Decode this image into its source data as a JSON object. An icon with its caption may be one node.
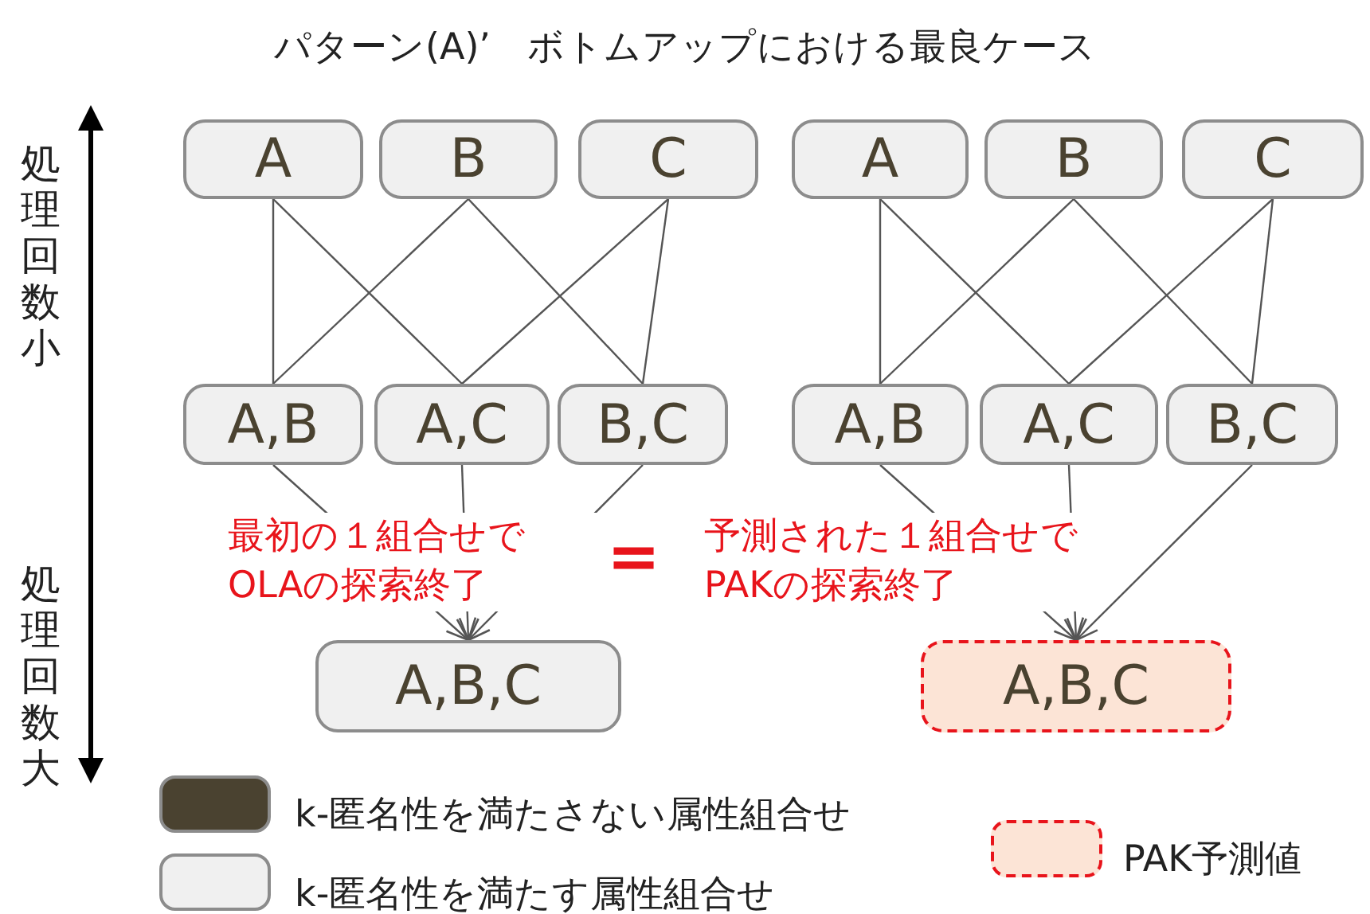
{
  "diagram": {
    "title": "パターン(A)’　ボトムアップにおける最良ケース",
    "nodes": [
      {
        "text": [
          "A"
        ]
      },
      {
        "text": [
          "B"
        ]
      },
      {
        "text": [
          "C"
        ]
      },
      {
        "text": [
          "A,B"
        ]
      },
      {
        "text": [
          "A,C"
        ]
      },
      {
        "text": [
          "B,C"
        ]
      },
      {
        "text": [
          "A,B,C"
        ]
      },
      {
        "text": [
          "A"
        ]
      },
      {
        "text": [
          "B"
        ]
      },
      {
        "text": [
          "C"
        ]
      },
      {
        "text": [
          "A,B"
        ]
      },
      {
        "text": [
          "A,C"
        ]
      },
      {
        "text": [
          "B,C"
        ]
      },
      {
        "text": [
          "A,B,C"
        ]
      }
    ],
    "edges": [
      {
        "from": 0,
        "to": 3,
        "arrow": "none"
      },
      {
        "from": 0,
        "to": 4,
        "arrow": "none"
      },
      {
        "from": 1,
        "to": 3,
        "arrow": "none"
      },
      {
        "from": 1,
        "to": 5,
        "arrow": "none"
      },
      {
        "from": 2,
        "to": 4,
        "arrow": "none"
      },
      {
        "from": 2,
        "to": 5,
        "arrow": "none"
      },
      {
        "from": 3,
        "to": 6,
        "arrow": "to"
      },
      {
        "from": 4,
        "to": 6,
        "arrow": "to"
      },
      {
        "from": 5,
        "to": 6,
        "arrow": "to"
      },
      {
        "from": 7,
        "to": 10,
        "arrow": "none"
      },
      {
        "from": 7,
        "to": 11,
        "arrow": "none"
      },
      {
        "from": 8,
        "to": 10,
        "arrow": "none"
      },
      {
        "from": 8,
        "to": 12,
        "arrow": "none"
      },
      {
        "from": 9,
        "to": 11,
        "arrow": "none"
      },
      {
        "from": 9,
        "to": 12,
        "arrow": "none"
      },
      {
        "from": 10,
        "to": 13,
        "arrow": "to"
      },
      {
        "from": 11,
        "to": 13,
        "arrow": "to"
      },
      {
        "from": 12,
        "to": 13,
        "arrow": "to"
      }
    ],
    "labels": [
      "処理回数小",
      "最初の１組合せで OLAの探索終了",
      "=",
      "予測された１組合せで PAKの探索終了",
      "処理回数大"
    ],
    "legend": [
      {
        "text": "k-匿名性を満たさない属性組合せ",
        "color": "#4a4230"
      },
      {
        "text": "k-匿名性を満たす属性組合せ",
        "color": "#f0f0f0"
      },
      {
        "text": "PAK予測値",
        "color": "#fce4d6"
      }
    ]
  }
}
